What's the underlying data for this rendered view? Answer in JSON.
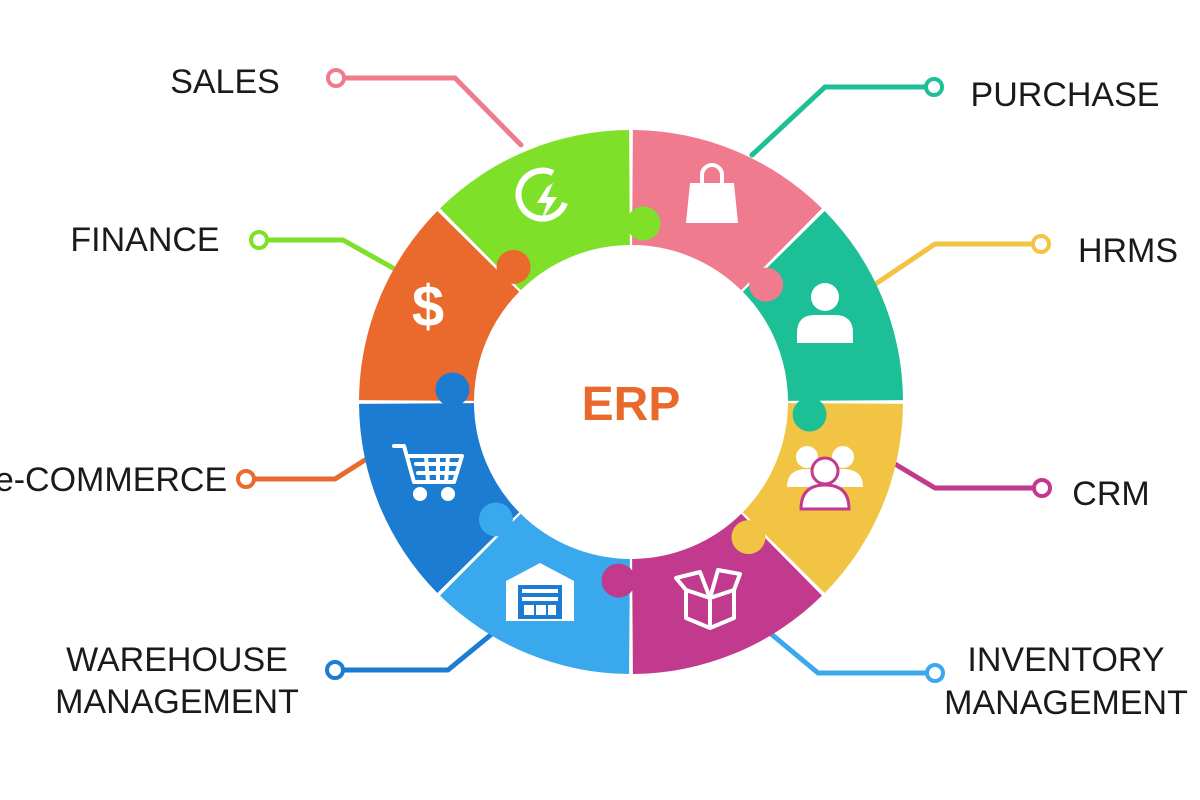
{
  "center": {
    "title": "ERP",
    "color": "#e8692b"
  },
  "modules": [
    {
      "key": "sales",
      "lines": [
        "SALES"
      ],
      "color": "#f07b8e",
      "icon": "lightning-g-icon"
    },
    {
      "key": "purchase",
      "lines": [
        "PURCHASE"
      ],
      "color": "#1dbf96",
      "icon": "shopping-bag-icon"
    },
    {
      "key": "hrms",
      "lines": [
        "HRMS"
      ],
      "color": "#f2c443",
      "icon": "user-icon"
    },
    {
      "key": "crm",
      "lines": [
        "CRM"
      ],
      "color": "#c23a8e",
      "icon": "group-users-icon"
    },
    {
      "key": "inventory",
      "lines": [
        "INVENTORY",
        "MANAGEMENT"
      ],
      "color": "#3aa8ec",
      "icon": "open-box-icon"
    },
    {
      "key": "warehouse",
      "lines": [
        "WAREHOUSE",
        "MANAGEMENT"
      ],
      "color": "#1b7cd1",
      "icon": "warehouse-icon"
    },
    {
      "key": "ecommerce",
      "lines": [
        "e-COMMERCE"
      ],
      "color": "#ea6a2e",
      "icon": "shopping-cart-icon"
    },
    {
      "key": "finance",
      "lines": [
        "FINANCE"
      ],
      "color": "#7fe02a",
      "icon": "dollar-icon"
    }
  ]
}
